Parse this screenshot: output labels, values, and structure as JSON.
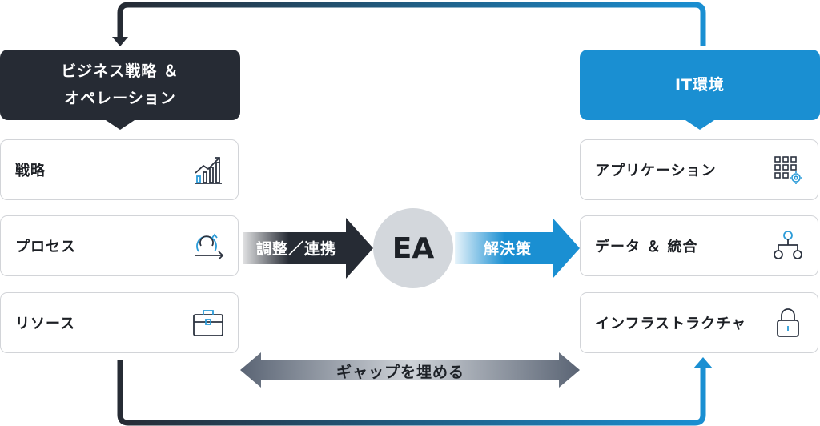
{
  "left_header": {
    "line1": "ビジネス戦略 ＆",
    "line2": "オペレーション"
  },
  "right_header": {
    "title": "IT環境"
  },
  "left_cards": [
    {
      "label": "戦略",
      "icon": "growth-chart-icon"
    },
    {
      "label": "プロセス",
      "icon": "cycle-process-icon"
    },
    {
      "label": "リソース",
      "icon": "briefcase-icon"
    }
  ],
  "right_cards": [
    {
      "label": "アプリケーション",
      "icon": "app-grid-gear-icon"
    },
    {
      "label": "データ ＆ 統合",
      "icon": "hierarchy-nodes-icon"
    },
    {
      "label": "インフラストラクチャ",
      "icon": "lock-icon"
    }
  ],
  "center": {
    "ea": "EA",
    "left_arrow_label": "調整／連携",
    "right_arrow_label": "解決策",
    "gap_label": "ギャップを埋める"
  },
  "colors": {
    "dark": "#262b34",
    "blue": "#1a8fd2",
    "ea_circle": "#d3d7dc"
  }
}
